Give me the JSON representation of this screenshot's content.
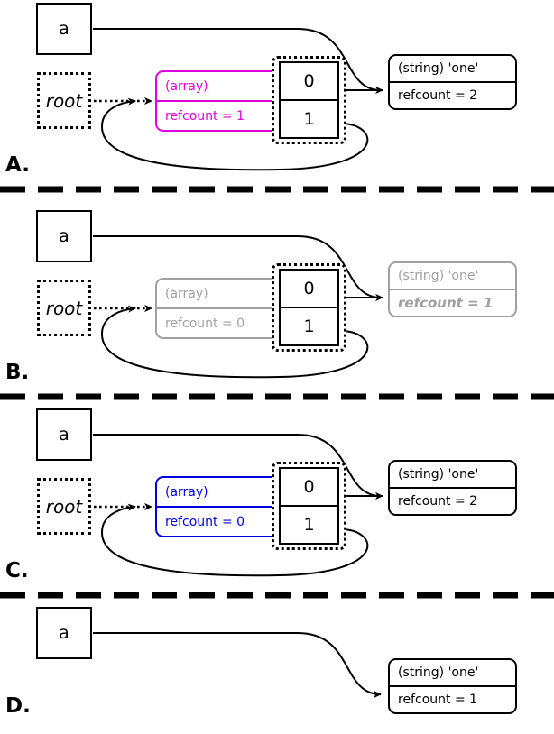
{
  "diagram": {
    "title": "PHP reference counting / garbage collection states",
    "colors": {
      "black": "#000000",
      "magenta": "#e000e0",
      "blue": "#0000e0",
      "gray": "#a0a0a0",
      "background": "#ffffff"
    }
  },
  "panels": [
    {
      "letter": "A.",
      "variable": "a",
      "root": "root",
      "array": {
        "type_label": "(array)",
        "refcount_label": "refcount = 1",
        "color": "#e000e0",
        "indices": [
          "0",
          "1"
        ]
      },
      "string": {
        "type_label": "(string) 'one'",
        "refcount_label": "refcount = 2",
        "color": "#000000"
      }
    },
    {
      "letter": "B.",
      "variable": "a",
      "root": "root",
      "array": {
        "type_label": "(array)",
        "refcount_label": "refcount = 0",
        "color": "#a0a0a0",
        "indices": [
          "0",
          "1"
        ]
      },
      "string": {
        "type_label": "(string) 'one'",
        "refcount_label": "refcount = 1",
        "color": "#a0a0a0"
      }
    },
    {
      "letter": "C.",
      "variable": "a",
      "root": "root",
      "array": {
        "type_label": "(array)",
        "refcount_label": "refcount = 0",
        "color": "#0000e0",
        "indices": [
          "0",
          "1"
        ]
      },
      "string": {
        "type_label": "(string) 'one'",
        "refcount_label": "refcount = 2",
        "color": "#000000"
      }
    },
    {
      "letter": "D.",
      "variable": "a",
      "string": {
        "type_label": "(string) 'one'",
        "refcount_label": "refcount = 1",
        "color": "#000000"
      }
    }
  ]
}
